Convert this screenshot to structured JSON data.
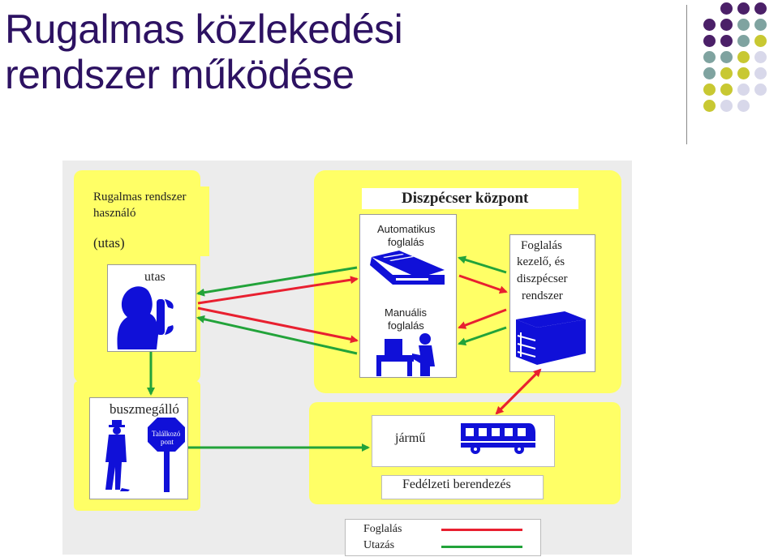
{
  "title_line1": "Rugalmas közlekedési",
  "title_line2": "rendszer működése",
  "colors": {
    "title": "#2d1262",
    "yellow_panel": "#ffff66",
    "booking_line": "#e82030",
    "travel_line": "#22a33a",
    "icon_blue": "#1010d8",
    "dot_purple": "#4b2068",
    "dot_teal": "#7fa3a0",
    "dot_lime": "#c8c832",
    "dot_lavender": "#d8d8ea"
  },
  "user_box": {
    "line1": "Rugalmas rendszer",
    "line2": "használó",
    "line3": "(utas)",
    "person_label": "utas"
  },
  "dispatch": {
    "heading": "Diszpécser központ",
    "auto_line1": "Automatikus",
    "auto_line2": "foglalás",
    "manual_line1": "Manuális",
    "manual_line2": "foglalás",
    "system_line1": "Foglalás",
    "system_line2": "kezelő, és",
    "system_line3": "diszpécser",
    "system_line4": "rendszer"
  },
  "stop": {
    "label": "buszmegálló",
    "sign_line1": "Találkozó",
    "sign_line2": "pont"
  },
  "vehicle": {
    "label": "jármű",
    "onboard": "Fedélzeti berendezés"
  },
  "legend": {
    "booking": "Foglalás",
    "travel": "Utazás"
  }
}
